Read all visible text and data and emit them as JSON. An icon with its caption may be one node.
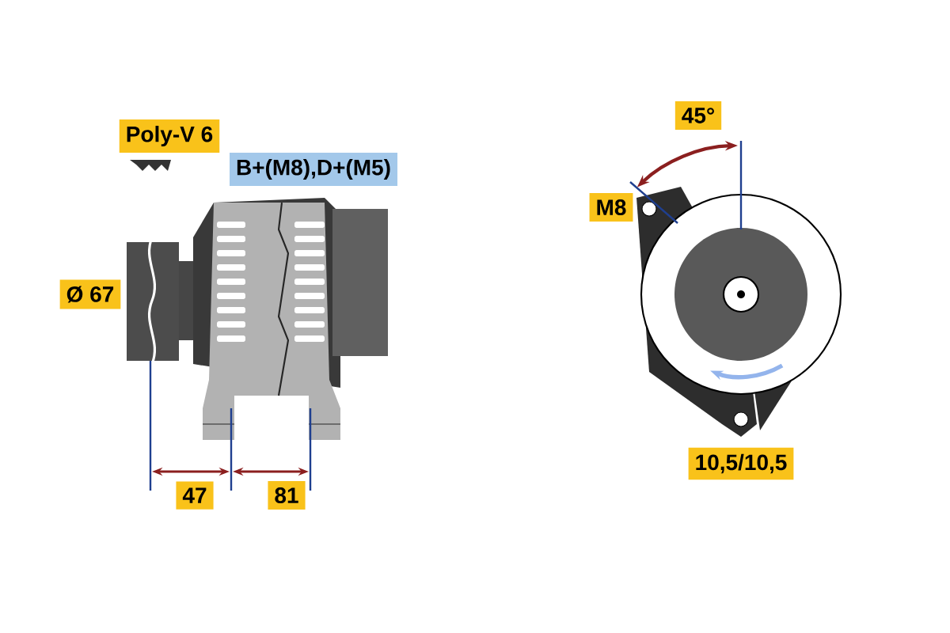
{
  "diagram": {
    "labels": [
      "Poly-V 6",
      "B+(M8),D+(M5)",
      "Ø 67",
      "47",
      "81",
      "45°",
      "M8",
      "10,5/10,5"
    ]
  }
}
